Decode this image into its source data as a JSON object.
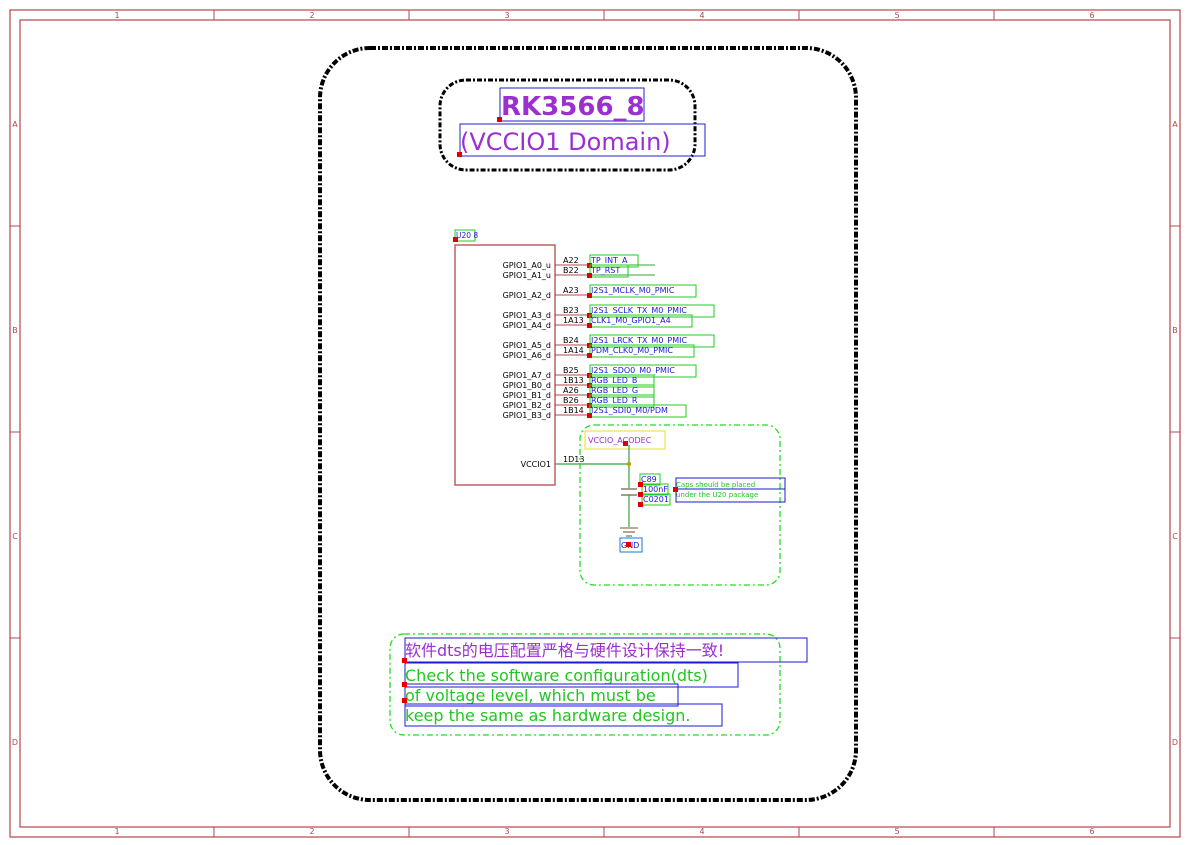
{
  "frame": {
    "columns": [
      "1",
      "2",
      "3",
      "4",
      "5",
      "6"
    ],
    "rows": [
      "A",
      "B",
      "C",
      "D"
    ],
    "border_color": "#b5474b"
  },
  "title": {
    "chip": "RK3566_8",
    "domain": "(VCCIO1 Domain)",
    "color": "#9b2fd0"
  },
  "component": {
    "ref": "U20 8",
    "pins": [
      {
        "name": "GPIO1_A0_u",
        "num": "A22",
        "net": "TP_INT_A"
      },
      {
        "name": "GPIO1_A1_u",
        "num": "B22",
        "net": "TP_RST"
      },
      {
        "name": "GPIO1_A2_d",
        "num": "A23",
        "net": "I2S1_MCLK_M0_PMIC"
      },
      {
        "name": "GPIO1_A3_d",
        "num": "B23",
        "net": "I2S1_SCLK_TX_M0_PMIC"
      },
      {
        "name": "GPIO1_A4_d",
        "num": "1A13",
        "net": "CLK1_M0_GPIO1_A4"
      },
      {
        "name": "GPIO1_A5_d",
        "num": "B24",
        "net": "I2S1_LRCK_TX_M0_PMIC"
      },
      {
        "name": "GPIO1_A6_d",
        "num": "1A14",
        "net": "PDM_CLK0_M0_PMIC"
      },
      {
        "name": "GPIO1_A7_d",
        "num": "B25",
        "net": "I2S1_SDO0_M0_PMIC"
      },
      {
        "name": "GPIO1_B0_d",
        "num": "1B13",
        "net": "RGB_LED_B"
      },
      {
        "name": "GPIO1_B1_d",
        "num": "A26",
        "net": "RGB_LED_G"
      },
      {
        "name": "GPIO1_B2_d",
        "num": "B26",
        "net": "RGB_LED_R"
      },
      {
        "name": "GPIO1_B3_d",
        "num": "1B14",
        "net": "I2S1_SDI0_M0/PDM"
      }
    ],
    "power_pin": {
      "name": "VCCIO1",
      "num": "1D13"
    }
  },
  "decoupling": {
    "rail": "VCCIO_ACODEC",
    "cap_ref": "C89",
    "cap_value": "100nF",
    "cap_package": "C0201",
    "ground": "GND",
    "note_line1": "Caps should be placed",
    "note_line2": "under the U20 package"
  },
  "note": {
    "cn": "软件dts的电压配置严格与硬件设计保持一致!",
    "en_line1": "Check the software configuration(dts)",
    "en_line2": "of voltage level, which must be",
    "en_line3": "keep the same as hardware design."
  },
  "colors": {
    "wire": "#3aa23a",
    "net_label": "#1a1ad6",
    "green_text": "#22c522",
    "marker": "#e00000",
    "cap": "#8c7a5a",
    "dashed_green": "#22dd22"
  }
}
